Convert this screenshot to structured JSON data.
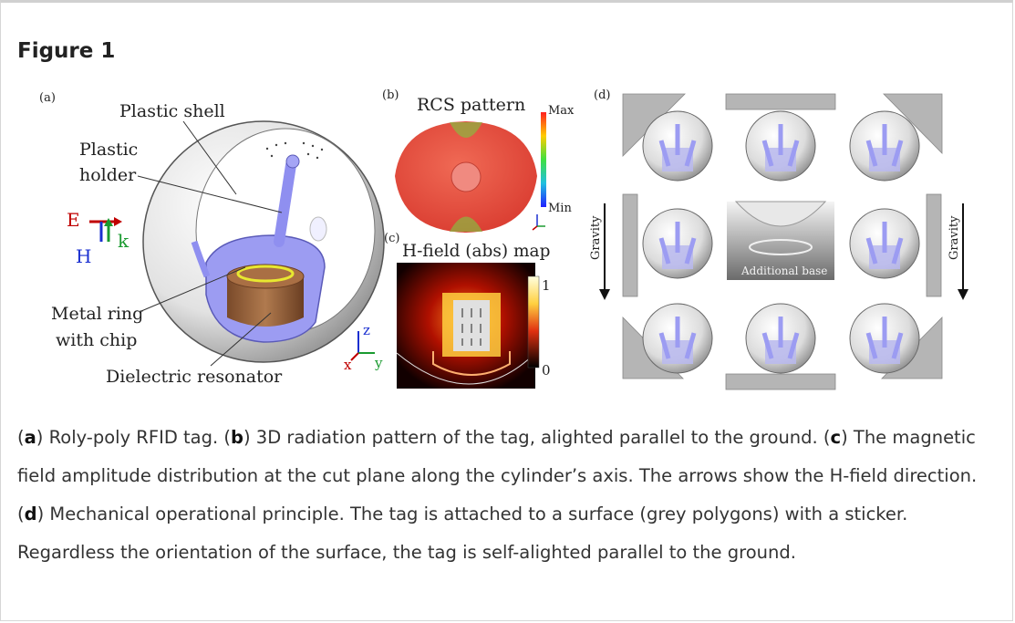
{
  "figure": {
    "title": "Figure 1",
    "panel_a": {
      "label": "(a)",
      "plastic_shell": "Plastic shell",
      "plastic_holder_1": "Plastic",
      "plastic_holder_2": "holder",
      "vec_E": "E",
      "vec_k": "k",
      "vec_H": "H",
      "metal_ring_1": "Metal ring",
      "metal_ring_2": "with chip",
      "dielectric": "Dielectric resonator",
      "axis_z": "z",
      "axis_x": "x",
      "axis_y": "y"
    },
    "panel_b": {
      "label": "(b)",
      "title": "RCS pattern",
      "max": "Max",
      "min": "Min"
    },
    "panel_c": {
      "label": "(c)",
      "title": "H-field (abs) map",
      "scale_top": "1",
      "scale_bottom": "0"
    },
    "panel_d": {
      "label": "(d)",
      "gravity_left": "Gravity",
      "gravity_right": "Gravity",
      "additional_base": "Additional base"
    },
    "colors": {
      "shell": "#e6e6e6",
      "holder": "#8f8ff0",
      "resonator": "#a0673d",
      "ring": "#e8e830",
      "rcs": "#e8433a",
      "surface": "#b5b5b5"
    }
  },
  "caption": {
    "a_label": "a",
    "a_text": ") Roly-poly RFID tag. (",
    "b_label": "b",
    "b_text": ") 3D radiation pattern of the tag, alighted parallel to the ground. (",
    "c_label": "c",
    "c_text": ") The magnetic field amplitude distribution at the cut plane along the cylinder’s axis. The arrows show the H-field direction. (",
    "d_label": "d",
    "d_text": ") Mechanical operational principle. The tag is attached to a surface (grey polygons) with a sticker. Regardless the orientation of the surface, the tag is self-alighted parallel to the ground."
  }
}
